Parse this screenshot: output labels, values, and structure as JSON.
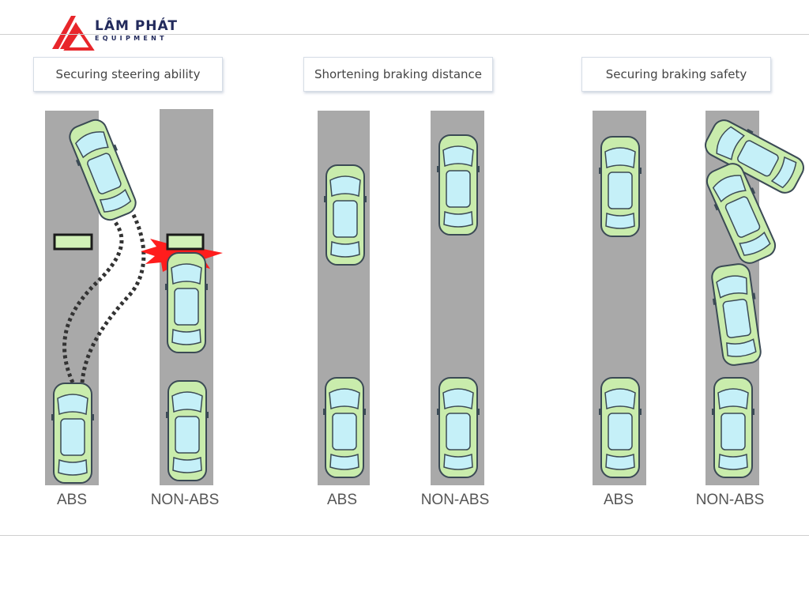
{
  "brand": {
    "name": "LÂM PHÁT",
    "tagline": "EQUIPMENT",
    "colors": {
      "logo_red": "#e8262b",
      "logo_navy": "#222a5c"
    }
  },
  "panels": [
    {
      "title": "Securing steering ability",
      "roads": [
        {
          "label": "ABS"
        },
        {
          "label": "NON-ABS"
        }
      ]
    },
    {
      "title": "Shortening braking distance",
      "roads": [
        {
          "label": "ABS"
        },
        {
          "label": "NON-ABS"
        }
      ]
    },
    {
      "title": "Securing braking safety",
      "roads": [
        {
          "label": "ABS"
        },
        {
          "label": "NON-ABS"
        }
      ]
    }
  ],
  "colors": {
    "road": "#a9a9a9",
    "car_body": "#c9ecac",
    "car_glass": "#c5f0f8",
    "car_outline": "#3b4a55",
    "obstacle_fill": "#d2f1b8",
    "crash": "#ff1d1d"
  }
}
